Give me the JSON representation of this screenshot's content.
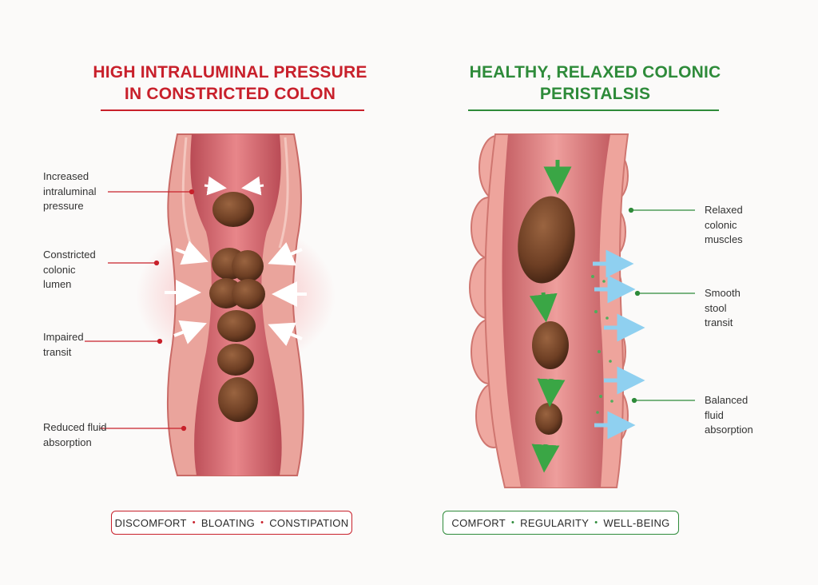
{
  "left_panel": {
    "title_lines": [
      "HIGH INTRALUMINAL PRESSURE",
      "IN CONSTRICTED COLON"
    ],
    "labels": [
      {
        "lines": [
          "Increased",
          "intraluminal",
          "pressure"
        ]
      },
      {
        "lines": [
          "Constricted",
          "colonic",
          "lumen"
        ]
      },
      {
        "lines": [
          "Impaired",
          "transit"
        ]
      },
      {
        "lines": [
          "Reduced fluid",
          "absorption"
        ]
      }
    ],
    "summary": [
      "DISCOMFORT",
      "BLOATING",
      "CONSTIPATION"
    ],
    "separator": "•"
  },
  "right_panel": {
    "title_lines": [
      "HEALTHY, RELAXED COLONIC",
      "PERISTALSIS"
    ],
    "labels": [
      {
        "lines": [
          "Relaxed",
          "colonic",
          "muscles"
        ]
      },
      {
        "lines": [
          "Smooth",
          "stool",
          "transit"
        ]
      },
      {
        "lines": [
          "Balanced",
          "fluid",
          "absorption"
        ]
      }
    ],
    "summary": [
      "COMFORT",
      "REGULARITY",
      "WELL-BEING"
    ],
    "separator": "•"
  },
  "colors": {
    "problem_accent": "#c8202b",
    "healthy_accent": "#2e8b3a",
    "tissue": "#e9a39c",
    "tissue_dark": "#c96a66",
    "lumen": "#d9757a",
    "stool": "#7a4a2c",
    "water_arrow": "#8fd0f0"
  },
  "icons": [
    "pressure-arrow-icon",
    "peristalsis-arrow-icon",
    "fluid-arrow-icon"
  ]
}
